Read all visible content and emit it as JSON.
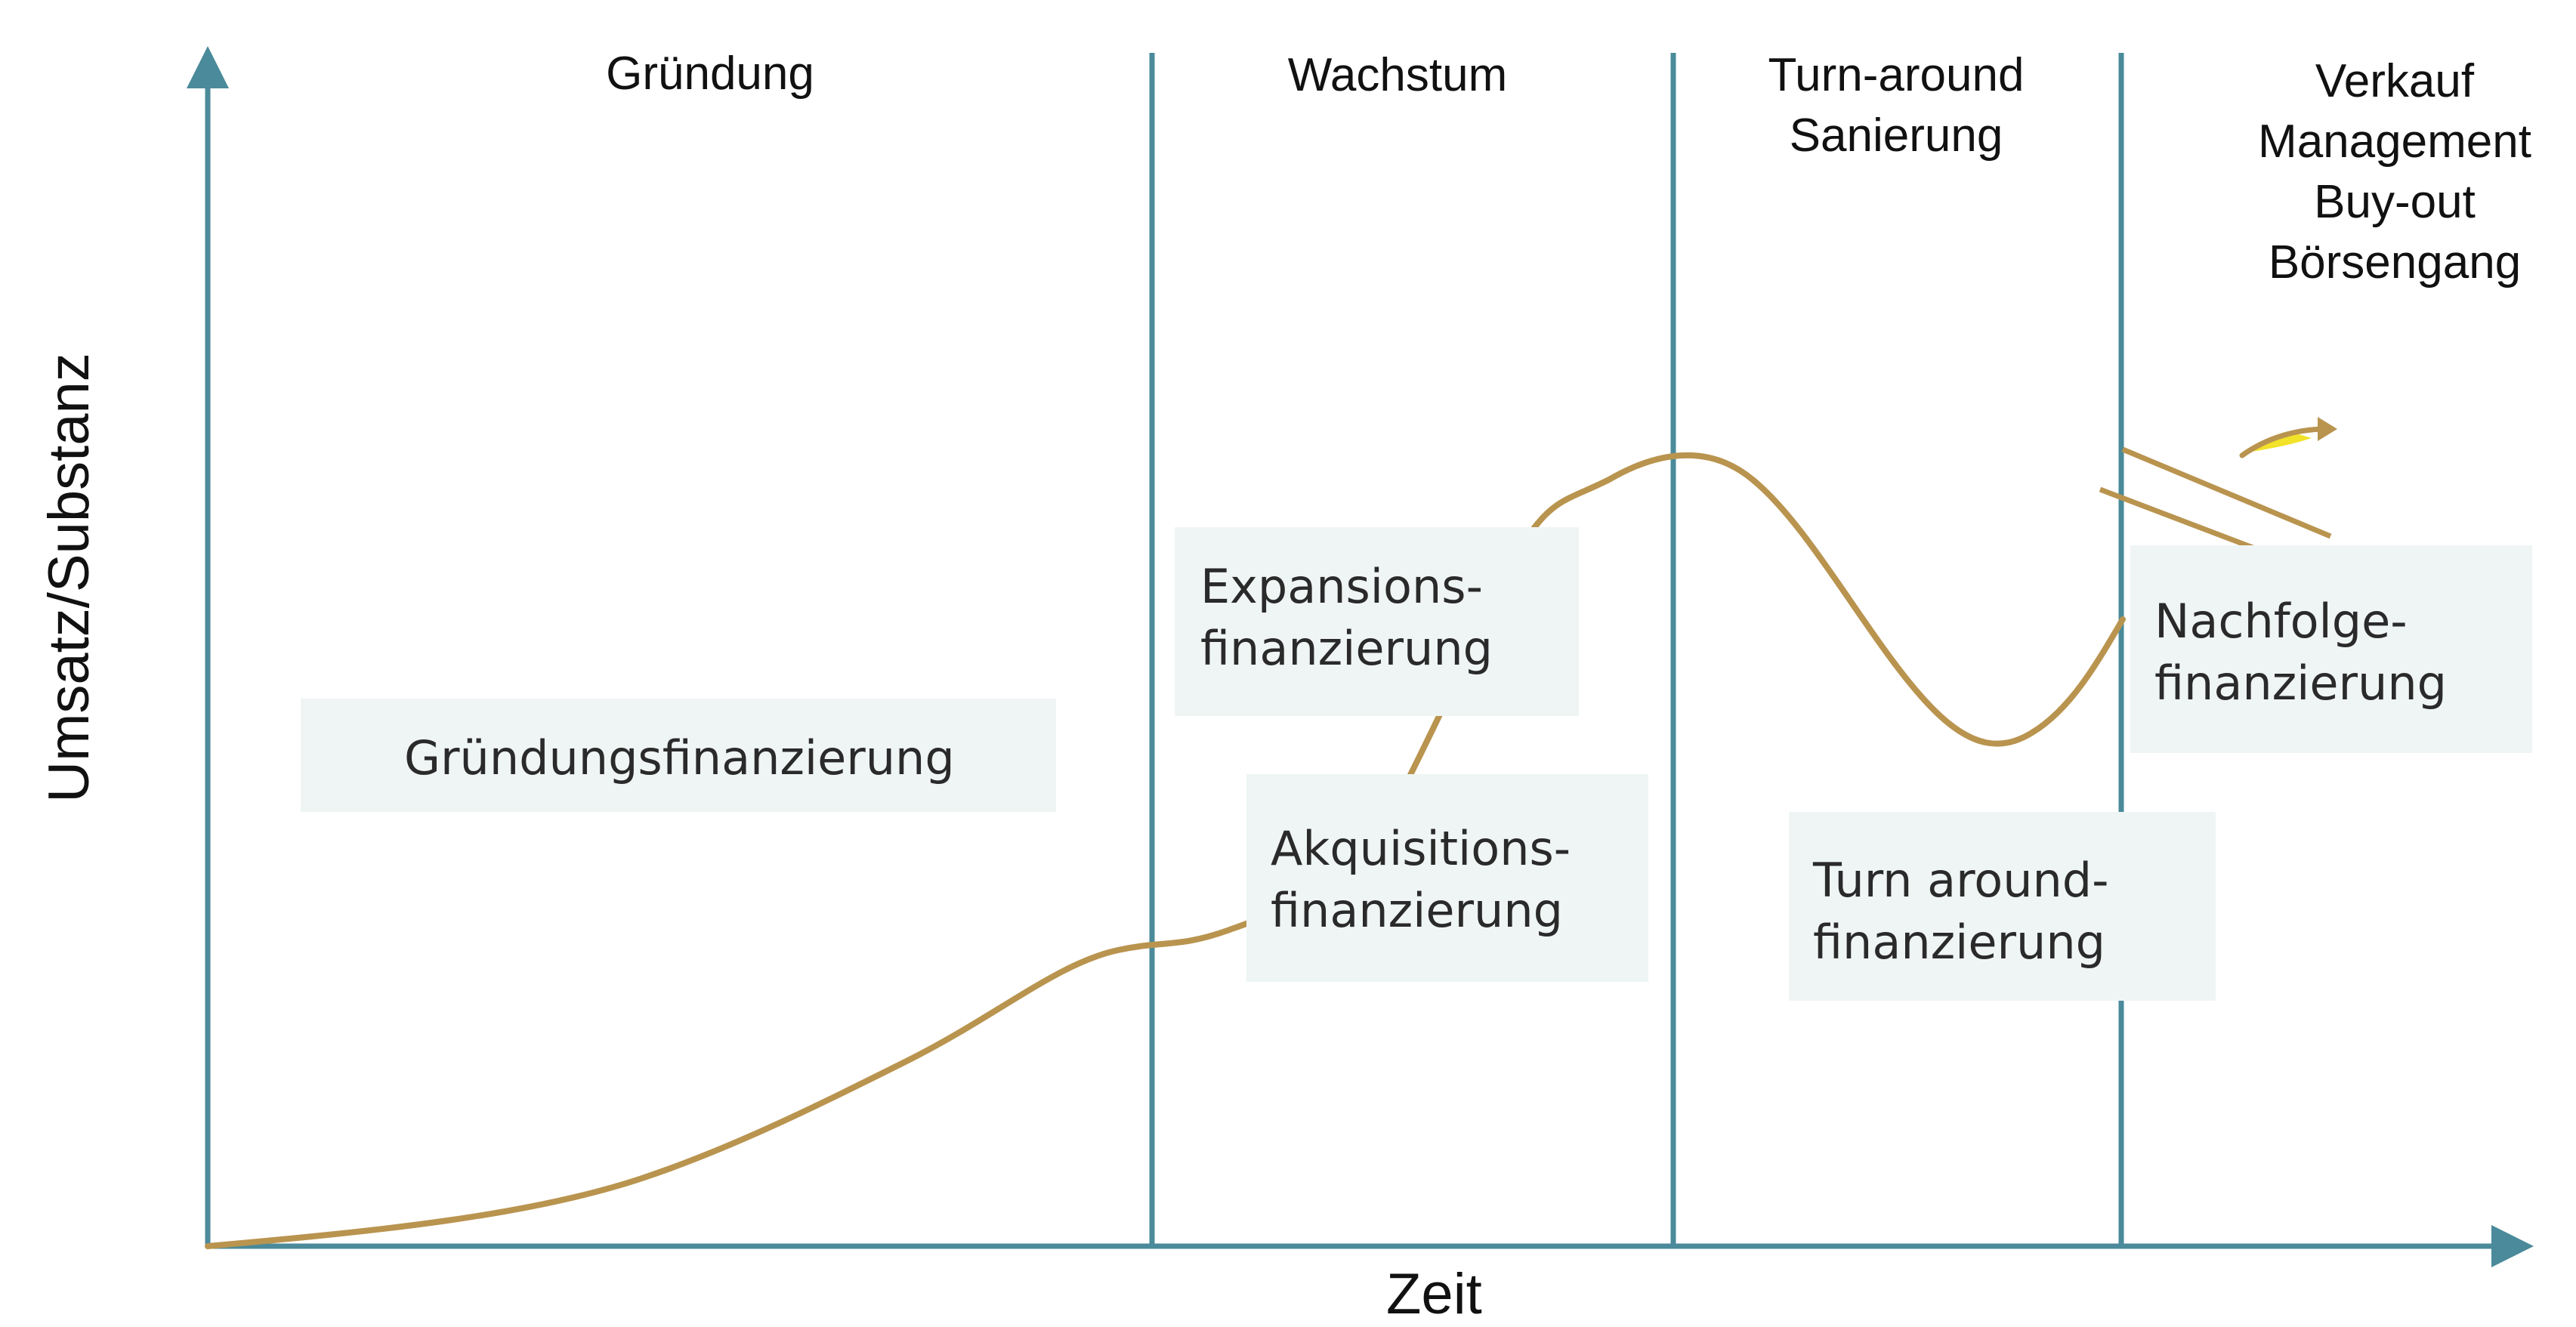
{
  "axes": {
    "x_label": "Zeit",
    "y_label": "Umsatz/Substanz"
  },
  "phases": {
    "p1": "Gründung",
    "p2": "Wachstum",
    "p3": "Turn-around\nSanierung",
    "p4": "Verkauf\nManagement\nBuy-out\nBörsengang"
  },
  "boxes": {
    "gruendung": "Gründungsfinanzierung",
    "expansion": "Expansions-\nfinanzierung",
    "akquisition": "Akquisitions-\nfinanzierung",
    "turnaround": "Turn around-\nfinanzierung",
    "nachfolge": "Nachfolge-\nfinanzierung"
  },
  "colors": {
    "axis": "#4a8a9a",
    "curve": "#b9944f",
    "box_bg": "#eff5f4",
    "arrow_highlight": "#f2e22a"
  }
}
